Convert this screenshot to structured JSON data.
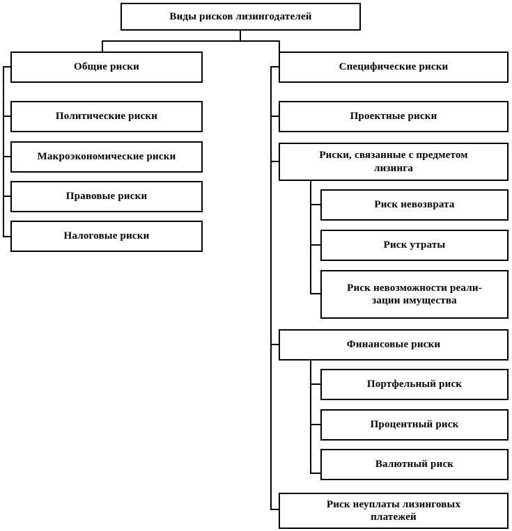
{
  "diagram": {
    "title": "Виды рисков лизингодателей",
    "type": "hierarchy-tree",
    "orientation": "top-down-left-aligned",
    "line_color": "#000000",
    "box_fill": "#ffffff",
    "text_color": "#000000",
    "root": {
      "id": "root",
      "label": "Виды рисков лизингодателей"
    },
    "branches": {
      "general": {
        "id": "general-risks",
        "label": "Общие риски",
        "children": [
          {
            "id": "political-risks",
            "label": "Политические риски"
          },
          {
            "id": "macroeconomic-risks",
            "label": "Макроэкономические риски"
          },
          {
            "id": "legal-risks",
            "label": "Правовые риски"
          },
          {
            "id": "tax-risks",
            "label": "Налоговые риски"
          }
        ]
      },
      "specific": {
        "id": "specific-risks",
        "label": "Специфические риски",
        "children": [
          {
            "id": "project-risks",
            "label": "Проектные риски",
            "children": []
          },
          {
            "id": "leasing-object-risks",
            "label": "Риски, связанные с предметом\nлизинга",
            "children": [
              {
                "id": "non-return-risk",
                "label": "Риск невозврата"
              },
              {
                "id": "loss-risk",
                "label": "Риск утраты"
              },
              {
                "id": "property-sale-impossibility-risk",
                "label": "Риск невозможности реали-\nзации имущества"
              }
            ]
          },
          {
            "id": "financial-risks",
            "label": "Финансовые риски",
            "children": [
              {
                "id": "portfolio-risk",
                "label": "Портфельный риск"
              },
              {
                "id": "interest-rate-risk",
                "label": "Процентный риск"
              },
              {
                "id": "currency-risk",
                "label": "Валютный риск"
              }
            ]
          },
          {
            "id": "non-payment-risk",
            "label": "Риск неуплаты лизинговых\nплатежей",
            "children": []
          }
        ]
      }
    }
  }
}
